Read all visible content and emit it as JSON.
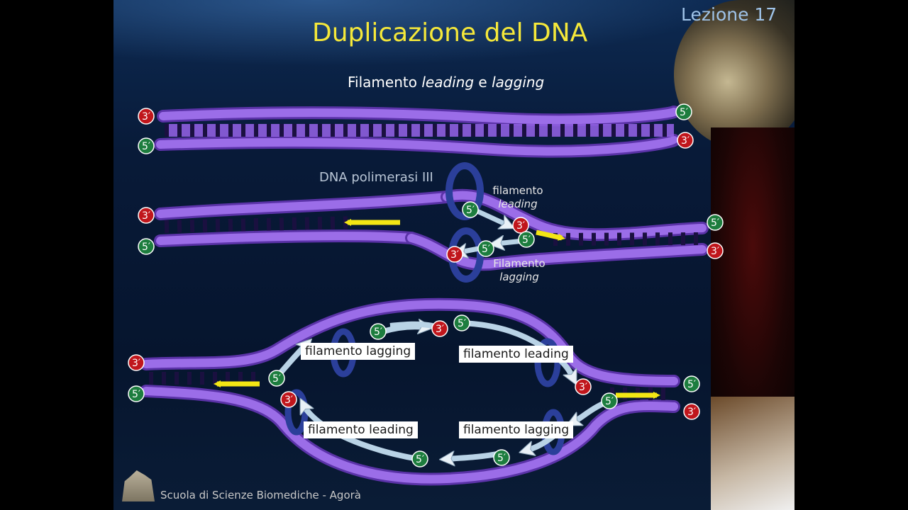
{
  "header": {
    "lesson": "Lezione 17",
    "title": "Duplicazione del DNA",
    "subtitle_prefix": "Filamento ",
    "subtitle_leading": "leading",
    "subtitle_mid": " e ",
    "subtitle_lagging": "lagging"
  },
  "panel2": {
    "polymerase_label": "DNA polimerasi III",
    "leading_line1": "filamento",
    "leading_line2": "leading",
    "lagging_line1": "Filamento",
    "lagging_line2": "lagging"
  },
  "panel3": {
    "box_lagging_top": "filamento lagging",
    "box_leading_top": "filamento leading",
    "box_leading_bottom": "filamento leading",
    "box_lagging_bottom": "filamento lagging"
  },
  "end_labels": {
    "three_prime": "3′",
    "five_prime": "5′"
  },
  "colors": {
    "strand": "#8f5fe0",
    "strand_edge": "#5b33a8",
    "new_strand": "#b9d3e6",
    "three_prime": "#c0161c",
    "five_prime": "#1d7d3e",
    "arrow_yellow": "#f3e614",
    "title": "#f5e83a"
  },
  "footer": {
    "school": "Scuola di Scienze Biomediche - Agorà"
  }
}
